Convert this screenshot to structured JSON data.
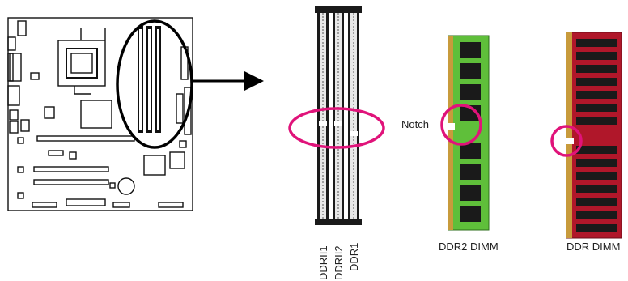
{
  "labels": {
    "notch": "Notch",
    "ddr2_dimm": "DDR2 DIMM",
    "ddr_dimm": "DDR DIMM"
  },
  "slots": [
    "DDRII1",
    "DDRII2",
    "DDR1"
  ],
  "colors": {
    "highlight": "#e0137a",
    "ddr2_pcb": "#5fbf3a",
    "ddr_pcb": "#b0172a",
    "chip": "#1a1a1a",
    "gold": "#c89b3c"
  }
}
